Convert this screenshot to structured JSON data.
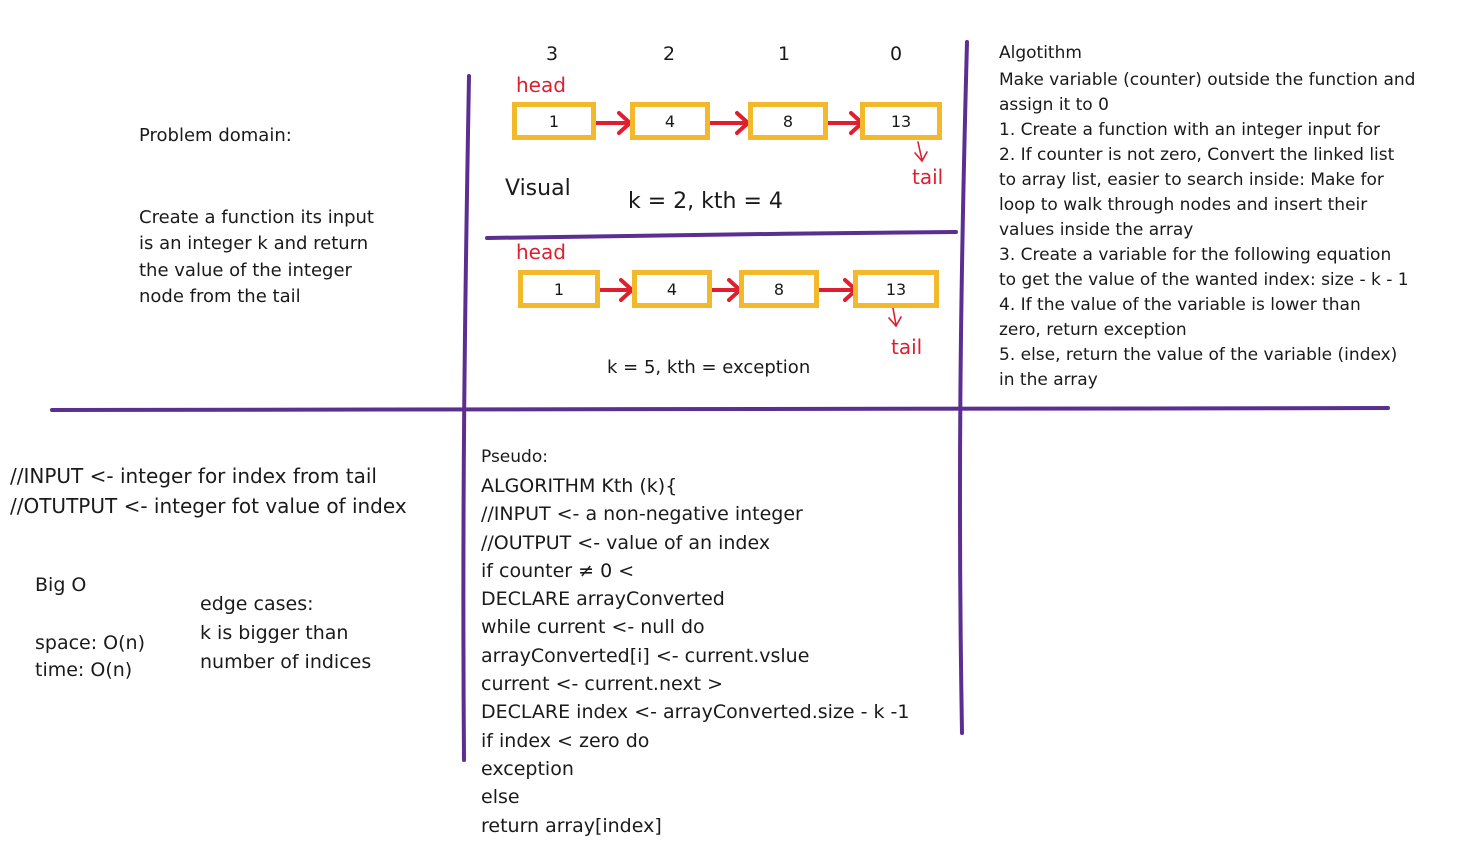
{
  "colors": {
    "divider": "#5b2e90",
    "node_border": "#f2b92c",
    "arrow": "#dd1f2f"
  },
  "problem_domain": {
    "heading": "Problem domain:",
    "lines": [
      "Create a function its input",
      "is an integer k and return",
      "the value of the integer",
      "node from the tail"
    ]
  },
  "io": {
    "input": "//INPUT <- integer for index from tail",
    "output": "//OTUTPUT <- integer fot value of index"
  },
  "big_o": {
    "title": "Big O",
    "space": "space: O(n)",
    "time": "time: O(n)"
  },
  "edge_cases": {
    "lines": [
      "edge cases:",
      "k is bigger than",
      "number of indices"
    ]
  },
  "visual": {
    "label": "Visual",
    "indices": [
      "3",
      "2",
      "1",
      "0"
    ],
    "list1": {
      "head": "head",
      "tail": "tail",
      "nodes": [
        "1",
        "4",
        "8",
        "13"
      ],
      "caption": "k = 2, kth = 4"
    },
    "list2": {
      "head": "head",
      "tail": "tail",
      "nodes": [
        "1",
        "4",
        "8",
        "13"
      ],
      "caption": "k = 5, kth = exception"
    }
  },
  "algorithm": {
    "title": "Algotithm",
    "lines": [
      "Make variable (counter) outside the function and",
      "assign it to 0",
      "1. Create a function with an integer input for",
      "2. If counter is not zero, Convert the linked list",
      "to array list, easier to search inside: Make for",
      "loop to walk through nodes and insert their",
      "values inside the array",
      "3. Create a variable for the following equation",
      "to get the value of the wanted index: size - k - 1",
      "4. If the value of the variable is lower than",
      "zero, return exception",
      "5. else, return the value of the variable (index)",
      "in the array"
    ]
  },
  "pseudo": {
    "heading": "Pseudo:",
    "lines": [
      "ALGORITHM Kth (k){",
      "//INPUT <- a non-negative integer",
      "//OUTPUT <- value of an index",
      "if counter ≠ 0 <",
      "DECLARE arrayConverted",
      "while current <- null do",
      "arrayConverted[i] <- current.vslue",
      "current <- current.next >",
      "DECLARE index <- arrayConverted.size - k -1",
      "if index < zero do",
      "exception",
      "else",
      "return array[index]"
    ]
  }
}
